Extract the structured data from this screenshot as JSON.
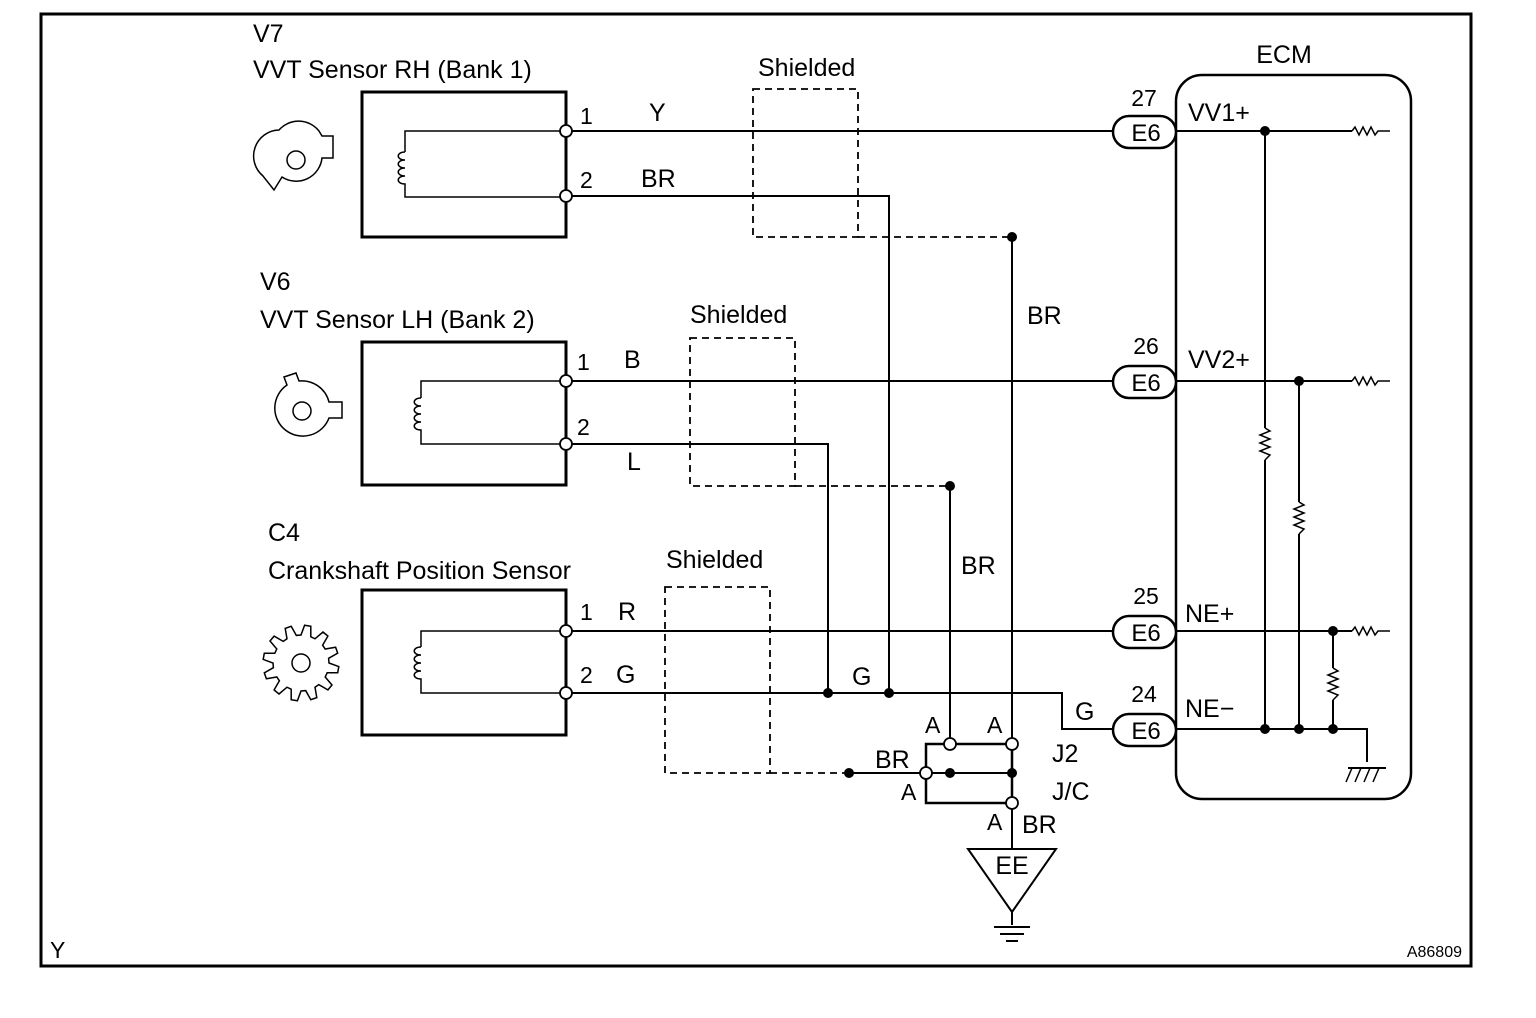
{
  "frame": {
    "corner_left": "Y",
    "figure_id": "A86809"
  },
  "sensors": [
    {
      "code": "V7",
      "name": "VVT Sensor RH (Bank 1)",
      "pin1": "1",
      "pin2": "2",
      "wire1": "Y",
      "wire2": "BR"
    },
    {
      "code": "V6",
      "name": "VVT Sensor LH (Bank 2)",
      "pin1": "1",
      "pin2": "2",
      "wire1": "B",
      "wire2": "L"
    },
    {
      "code": "C4",
      "name": "Crankshaft Position Sensor",
      "pin1": "1",
      "pin2": "2",
      "wire1": "R",
      "wire2": "G"
    }
  ],
  "shield_label": "Shielded",
  "ecm": {
    "title": "ECM",
    "connector": "E6",
    "terminals": [
      {
        "pin": "27",
        "signal": "VV1+"
      },
      {
        "pin": "26",
        "signal": "VV2+"
      },
      {
        "pin": "25",
        "signal": "NE+"
      },
      {
        "pin": "24",
        "signal": "NE−"
      }
    ]
  },
  "wires": {
    "br_mid": "BR",
    "br_low": "BR",
    "g_join": "G",
    "g_ecm": "G",
    "br_jc": "BR",
    "br_ground": "BR"
  },
  "junction": {
    "name": "J2",
    "type": "J/C",
    "pin_a": "A"
  },
  "ground": {
    "label": "EE"
  }
}
